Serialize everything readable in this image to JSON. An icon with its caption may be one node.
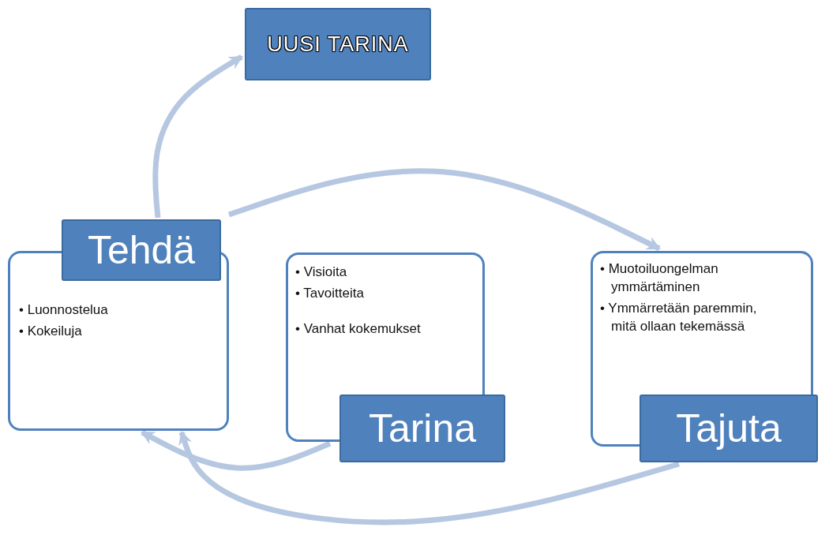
{
  "diagram": {
    "nodes": [
      {
        "text": [
          "UUSI TARINA"
        ]
      },
      {
        "text": [
          "Tehdä",
          "• Luonnostelua",
          "• Kokeiluja"
        ]
      },
      {
        "text": [
          "• Visioita",
          "• Tavoitteita",
          "• Vanhat kokemukset",
          "Tarina"
        ]
      },
      {
        "text": [
          "• Muotoiluongelman ymmärtäminen",
          "• Ymmärretään paremmin, mitä ollaan tekemässä",
          "Tajuta"
        ]
      }
    ],
    "edges": [
      {
        "from": 1,
        "to": 0,
        "arrow": "to"
      },
      {
        "from": 1,
        "to": 3,
        "arrow": "to"
      },
      {
        "from": 3,
        "to": 1,
        "arrow": "to"
      },
      {
        "from": 2,
        "to": 1,
        "arrow": "to"
      }
    ]
  }
}
